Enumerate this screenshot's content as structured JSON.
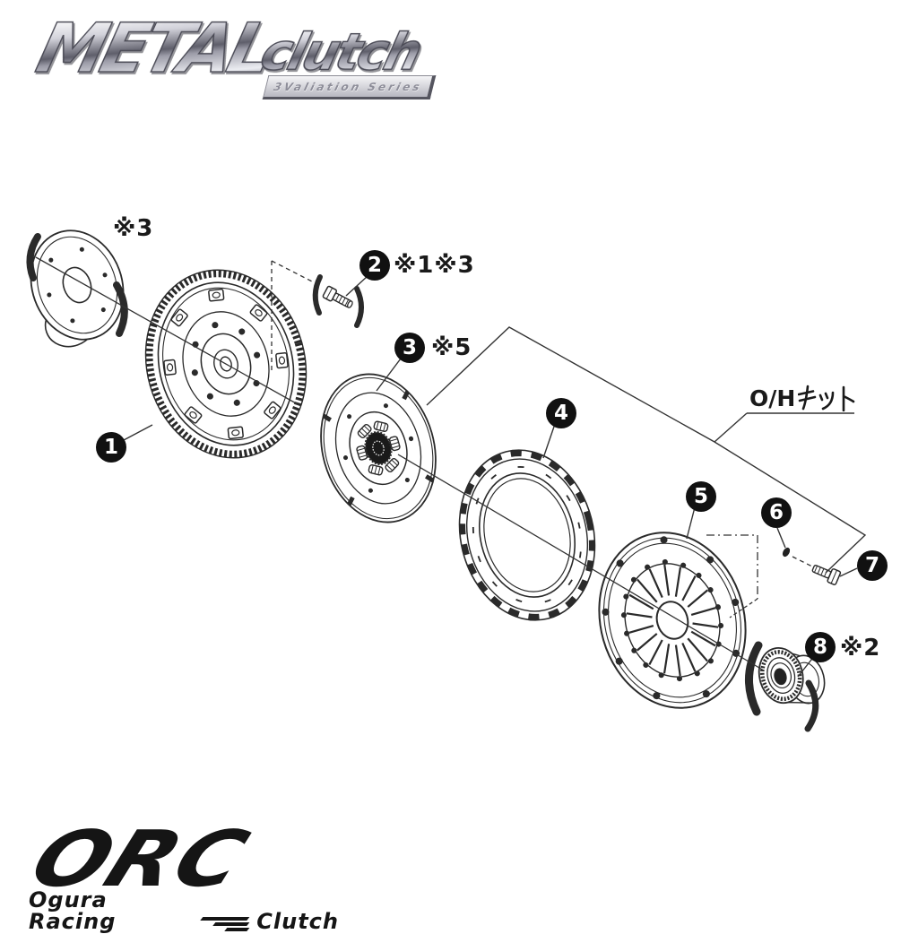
{
  "brand": {
    "logo_text": "METAL",
    "logo_text2": "clutch",
    "series_label": "3Valiation Series"
  },
  "diagram": {
    "oh_kit": {
      "label": "O/Hキット",
      "latin_part": "O/H"
    },
    "standalone_note": "※3",
    "parts": [
      {
        "number": "1",
        "note": ""
      },
      {
        "number": "2",
        "note": "※1※3"
      },
      {
        "number": "3",
        "note": "※5"
      },
      {
        "number": "4",
        "note": ""
      },
      {
        "number": "5",
        "note": ""
      },
      {
        "number": "6",
        "note": ""
      },
      {
        "number": "7",
        "note": ""
      },
      {
        "number": "8",
        "note": "※2"
      }
    ]
  },
  "footer": {
    "logo_text": "ORC",
    "brand_left": "Ogura Racing",
    "brand_right": "Clutch"
  }
}
